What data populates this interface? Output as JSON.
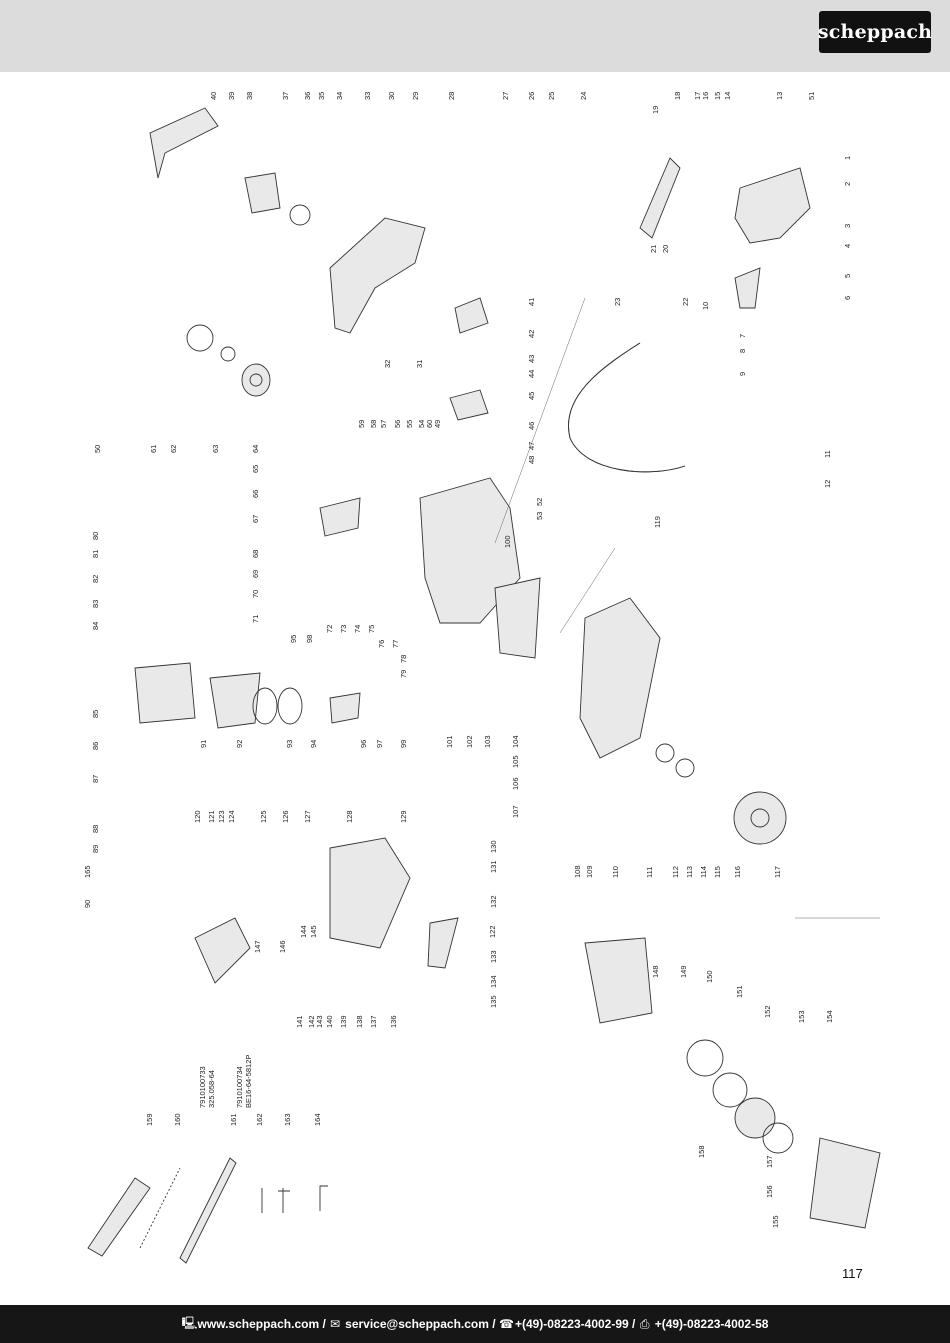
{
  "brand": {
    "logo_text": "scheppach"
  },
  "page_number": "117",
  "footer": {
    "website": "www.scheppach.com",
    "email": "service@scheppach.com",
    "phone": "+(49)-08223-4002-99",
    "fax": "+(49)-08223-4002-58",
    "separator": " / "
  },
  "part_codes": [
    "7910100733",
    "325.058-64",
    "7910100734",
    "BE16-64-5812P"
  ],
  "callouts": [
    "1",
    "2",
    "3",
    "4",
    "5",
    "6",
    "7",
    "8",
    "9",
    "10",
    "11",
    "12",
    "13",
    "14",
    "15",
    "16",
    "17",
    "18",
    "19",
    "20",
    "21",
    "22",
    "23",
    "24",
    "25",
    "26",
    "27",
    "28",
    "29",
    "30",
    "31",
    "32",
    "33",
    "34",
    "35",
    "36",
    "37",
    "38",
    "39",
    "40",
    "41",
    "42",
    "43",
    "44",
    "45",
    "46",
    "47",
    "48",
    "49",
    "50",
    "51",
    "52",
    "53",
    "54",
    "55",
    "56",
    "57",
    "58",
    "59",
    "60",
    "61",
    "62",
    "63",
    "64",
    "65",
    "66",
    "67",
    "68",
    "69",
    "70",
    "71",
    "72",
    "73",
    "74",
    "75",
    "76",
    "77",
    "78",
    "79",
    "80",
    "81",
    "82",
    "83",
    "84",
    "85",
    "86",
    "87",
    "88",
    "89",
    "90",
    "91",
    "92",
    "93",
    "94",
    "95",
    "96",
    "97",
    "98",
    "99",
    "100",
    "101",
    "102",
    "103",
    "104",
    "105",
    "106",
    "107",
    "108",
    "109",
    "110",
    "111",
    "112",
    "113",
    "114",
    "115",
    "116",
    "117",
    "119",
    "120",
    "121",
    "122",
    "123",
    "124",
    "125",
    "126",
    "127",
    "128",
    "129",
    "130",
    "131",
    "132",
    "133",
    "134",
    "135",
    "136",
    "137",
    "138",
    "139",
    "140",
    "141",
    "142",
    "143",
    "144",
    "145",
    "146",
    "147",
    "148",
    "149",
    "150",
    "151",
    "152",
    "153",
    "154",
    "155",
    "156",
    "157",
    "158",
    "159",
    "160",
    "161",
    "162",
    "163",
    "164",
    "165"
  ]
}
